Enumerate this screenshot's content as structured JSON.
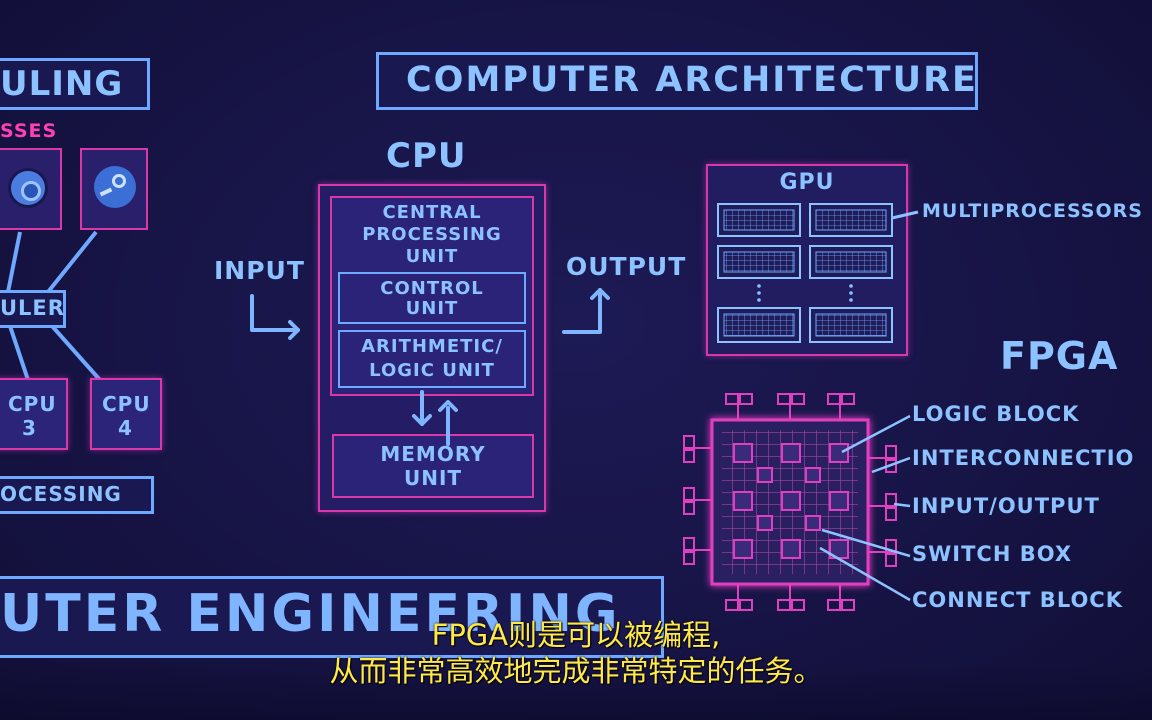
{
  "left_panel": {
    "title": "ULING",
    "processes_label": "SSES",
    "scheduler_label": "ULER",
    "cpu3": "CPU 3",
    "cpu3_line1": "CPU",
    "cpu3_line2": "3",
    "cpu4_line1": "CPU",
    "cpu4_line2": "4",
    "bottom_label": "OCESSING"
  },
  "title": "COMPUTER ARCHITECTURE",
  "cpu": {
    "heading": "CPU",
    "cpu_label_1": "CENTRAL",
    "cpu_label_2": "PROCESSING",
    "cpu_label_3": "UNIT",
    "control_1": "CONTROL",
    "control_2": "UNIT",
    "alu_1": "ARITHMETIC/",
    "alu_2": "LOGIC UNIT",
    "memory_1": "MEMORY",
    "memory_2": "UNIT",
    "input": "INPUT",
    "output": "OUTPUT"
  },
  "gpu": {
    "heading": "GPU",
    "multiprocessors": "MULTIPROCESSORS"
  },
  "fpga": {
    "heading": "FPGA",
    "logic_block": "LOGIC BLOCK",
    "interconnection": "INTERCONNECTIO",
    "input_output": "INPUT/OUTPUT",
    "switch_box": "SWITCH BOX",
    "connect_block": "CONNECT BLOCK"
  },
  "bottom_banner": "UTER ENGINEERING",
  "subtitles": {
    "line1": "FPGA则是可以被编程,",
    "line2": "从而非常高效地完成非常特定的任务。"
  },
  "colors": {
    "blue": "#6fa9ff",
    "text_blue": "#8cc2ff",
    "pink": "#d838a8",
    "magenta_label": "#ff3fb5",
    "subtitle": "#ffe84a"
  }
}
